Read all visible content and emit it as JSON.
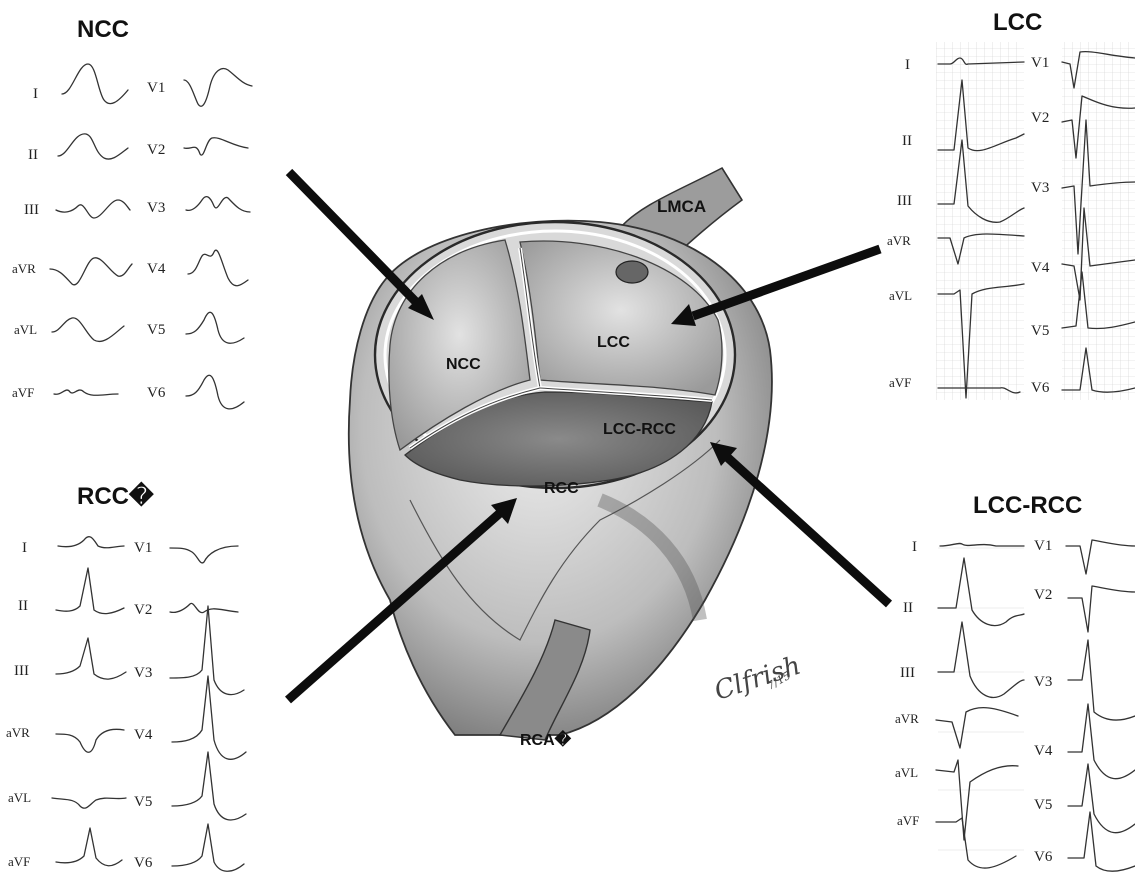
{
  "panels": {
    "ncc": {
      "title": "NCC",
      "leads_left": [
        "I",
        "II",
        "III",
        "aVR",
        "aVL",
        "aVF"
      ],
      "leads_right": [
        "V1",
        "V2",
        "V3",
        "V4",
        "V5",
        "V6"
      ]
    },
    "lcc": {
      "title": "LCC",
      "leads_left": [
        "I",
        "II",
        "III",
        "aVR",
        "aVL",
        "aVF"
      ],
      "leads_right": [
        "V1",
        "V2",
        "V3",
        "V4",
        "V5",
        "V6"
      ]
    },
    "rcc": {
      "title": "RCC�",
      "leads_left": [
        "I",
        "II",
        "III",
        "aVR",
        "aVL",
        "aVF"
      ],
      "leads_right": [
        "V1",
        "V2",
        "V3",
        "V4",
        "V5",
        "V6"
      ]
    },
    "lcc_rcc": {
      "title": "LCC-RCC",
      "leads_left": [
        "I",
        "II",
        "III",
        "aVR",
        "aVL",
        "aVF"
      ],
      "leads_right": [
        "V1",
        "V2",
        "V3",
        "V4",
        "V5",
        "V6"
      ]
    }
  },
  "anatomy": {
    "lmca": "LMCA",
    "ncc": "NCC",
    "lcc": "LCC",
    "lcc_rcc": "LCC-RCC",
    "rcc": "RCC",
    "rca": "RCA�"
  },
  "signature": {
    "name": "Clfrish",
    "date": "7/15"
  },
  "colors": {
    "arrow": "#0d0d0d",
    "ecg_grid": "#c8c8c8",
    "trace": "#333333"
  }
}
